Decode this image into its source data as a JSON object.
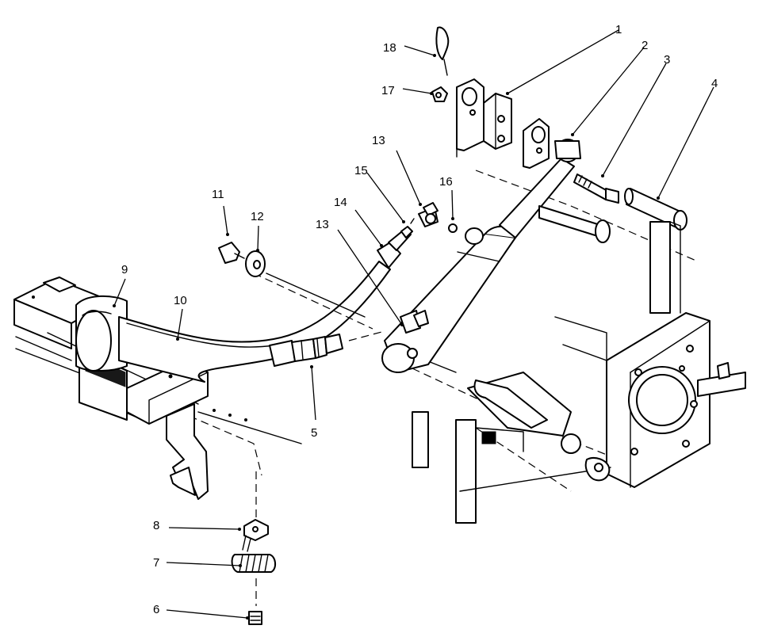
{
  "callouts": [
    {
      "id": "1",
      "label": "1"
    },
    {
      "id": "2",
      "label": "2"
    },
    {
      "id": "3",
      "label": "3"
    },
    {
      "id": "4",
      "label": "4"
    },
    {
      "id": "5",
      "label": "5"
    },
    {
      "id": "6",
      "label": "6"
    },
    {
      "id": "7",
      "label": "7"
    },
    {
      "id": "8",
      "label": "8"
    },
    {
      "id": "9",
      "label": "9"
    },
    {
      "id": "10",
      "label": "10"
    },
    {
      "id": "11",
      "label": "11"
    },
    {
      "id": "12",
      "label": "12"
    },
    {
      "id": "13a",
      "label": "13"
    },
    {
      "id": "13b",
      "label": "13"
    },
    {
      "id": "14",
      "label": "14"
    },
    {
      "id": "15",
      "label": "15"
    },
    {
      "id": "16",
      "label": "16"
    },
    {
      "id": "17",
      "label": "17"
    },
    {
      "id": "18",
      "label": "18"
    }
  ]
}
